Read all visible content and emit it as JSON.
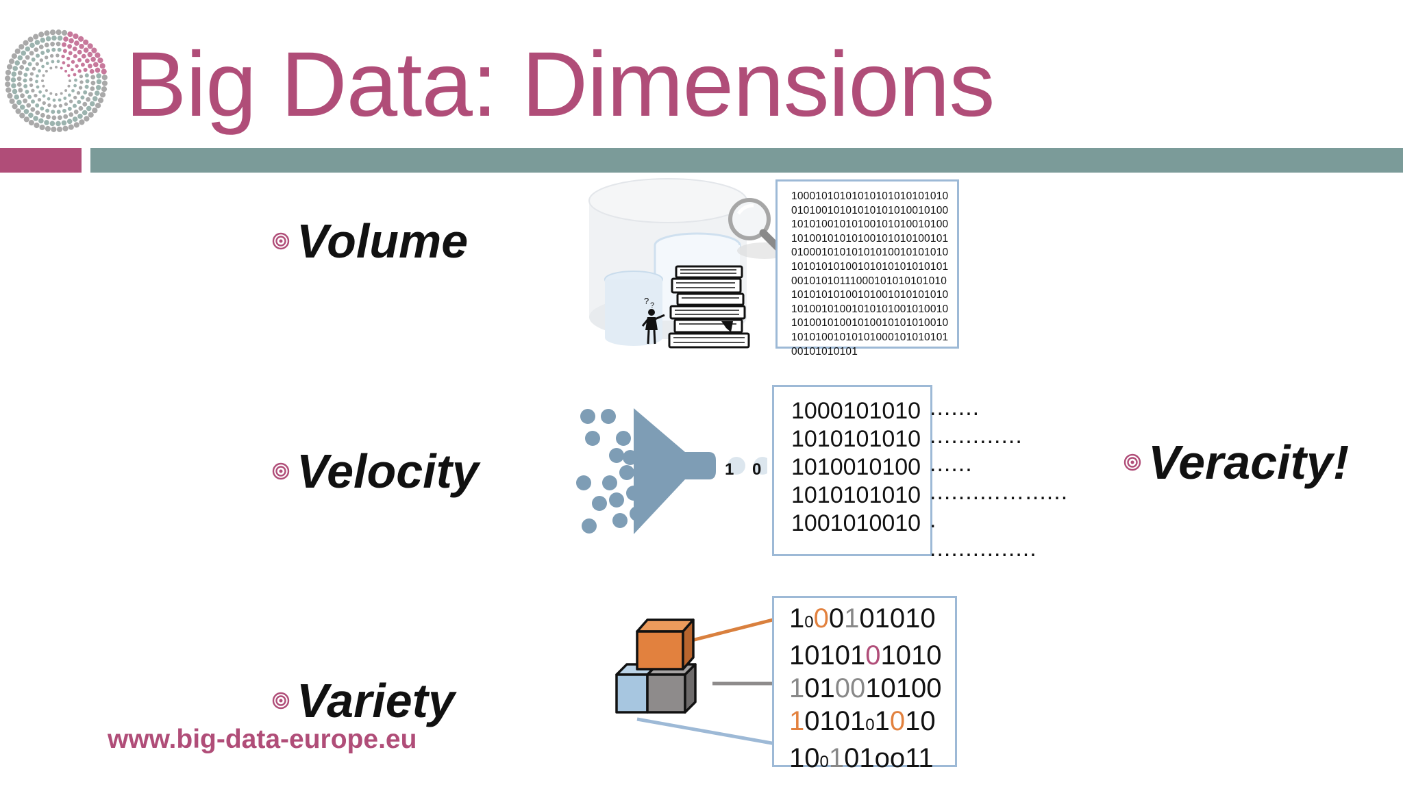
{
  "slide": {
    "title": "Big Data: Dimensions",
    "bullets": {
      "volume": "Volume",
      "velocity": "Velocity",
      "variety": "Variety",
      "veracity": "Veracity!"
    },
    "url": "www.big-data-europe.eu"
  },
  "volume_box": {
    "lines": [
      "10001010101010101010101010",
      "01010010101010101010010100",
      "10101001010100101010010100",
      "10100101010100101010100101",
      "01000101010101010010101010",
      "10101010100101010101010101",
      "00101010111000101010101010",
      "10101010100101001010101010",
      "10100101001010101001010010",
      "10100101001010010101010010",
      "10101001010101000101010101",
      "00101010101"
    ]
  },
  "velocity_box": {
    "lines": [
      "1000101010",
      "1010101010",
      "1010010100",
      "1010101010",
      "1001010010"
    ],
    "dots": [
      ".......",
      ".............",
      "......",
      "..........…......",
      ".",
      "..............."
    ],
    "funnel_bits": [
      "1",
      "0"
    ]
  },
  "variety_box": {
    "lines": [
      [
        {
          "t": "1",
          "c": ""
        },
        {
          "t": "0",
          "c": "sub"
        },
        {
          "t": "0",
          "c": "o"
        },
        {
          "t": "0",
          "c": ""
        },
        {
          "t": "1",
          "c": "g"
        },
        {
          "t": "01010",
          "c": ""
        }
      ],
      [
        {
          "t": "10101",
          "c": ""
        },
        {
          "t": "0",
          "c": "p"
        },
        {
          "t": "1010",
          "c": ""
        }
      ],
      [
        {
          "t": "1",
          "c": "g"
        },
        {
          "t": "01",
          "c": ""
        },
        {
          "t": "00",
          "c": "g"
        },
        {
          "t": "10100",
          "c": ""
        }
      ],
      [
        {
          "t": "1",
          "c": "o"
        },
        {
          "t": "0101",
          "c": ""
        },
        {
          "t": "0",
          "c": "sub"
        },
        {
          "t": "1",
          "c": ""
        },
        {
          "t": "0",
          "c": "o"
        },
        {
          "t": "10",
          "c": ""
        }
      ],
      [
        {
          "t": "10",
          "c": ""
        },
        {
          "t": "0",
          "c": "sub"
        },
        {
          "t": "1",
          "c": "g"
        },
        {
          "t": "01oo11",
          "c": ""
        }
      ]
    ]
  },
  "colors": {
    "title": "#b04d78",
    "teal_bar": "#7b9b99",
    "box_border": "#9db9d6",
    "cube_orange": "#e2813e",
    "cube_blue": "#a7c6e0",
    "cube_gray": "#8e8b8b"
  },
  "icons": [
    "spiral-dots-logo",
    "target-bullet-icon",
    "database-cylinders-icon",
    "magnifier-icon",
    "books-stack-icon",
    "person-question-icon",
    "funnel-icon",
    "cubes-icon"
  ]
}
